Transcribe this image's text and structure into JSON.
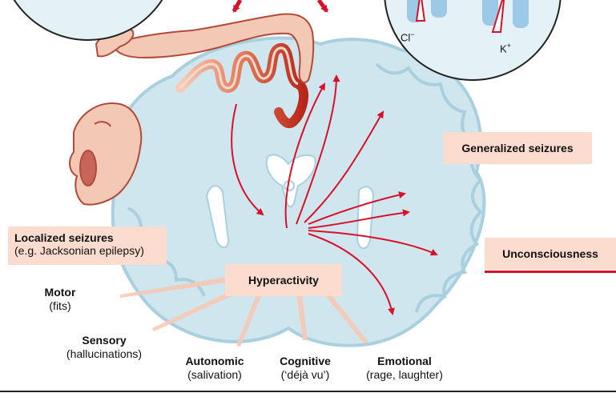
{
  "labels": {
    "generalized": "Generalized seizures",
    "unconsciousness": "Unconsciousness",
    "localized_title": "Localized seizures",
    "localized_sub": "(e.g. Jacksonian epilepsy)",
    "hyperactivity": "Hyperactivity",
    "motor_title": "Motor",
    "motor_sub": "(fits)",
    "sensory_title": "Sensory",
    "sensory_sub": "(hallucinations)",
    "autonomic_title": "Autonomic",
    "autonomic_sub": "(salivation)",
    "cognitive_title": "Cognitive",
    "cognitive_sub": "(‘déjà vu’)",
    "emotional_title": "Emotional",
    "emotional_sub": "(rage, laughter)"
  },
  "ions": {
    "chloride": "Cl",
    "chloride_charge": "−",
    "potassium": "K",
    "potassium_charge": "+"
  },
  "colors": {
    "brain": "#cfe6ee",
    "brain_stroke": "#a9d0de",
    "arrow": "#d8102a",
    "label_box": "#fbdccf",
    "cortex_red": "#c43a2a",
    "channel": "#9cc9e6"
  }
}
